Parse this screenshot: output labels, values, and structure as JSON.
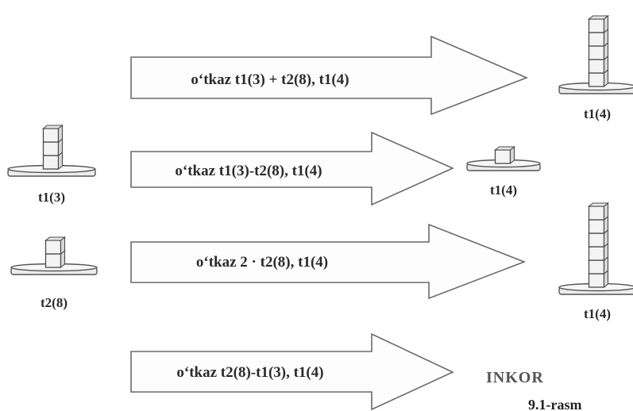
{
  "arrows": [
    {
      "text": "o‘tkaz t1(3) + t2(8), t1(4)"
    },
    {
      "text": "o‘tkaz t1(3)-t2(8), t1(4)"
    },
    {
      "text": "o‘tkaz 2 · t2(8), t1(4)"
    },
    {
      "text": "o‘tkaz t2(8)-t1(3), t1(4)"
    }
  ],
  "inputs": [
    {
      "label": "t1(3)",
      "blocks": 3
    },
    {
      "label": "t2(8)",
      "blocks": 2
    }
  ],
  "outputs": [
    {
      "label": "t1(4)",
      "blocks": 5
    },
    {
      "label": "t1(4)",
      "blocks": 1
    },
    {
      "label": "t1(4)",
      "blocks": 6
    }
  ],
  "inkor_label": "INKOR",
  "figure_caption": "9.1-rasm"
}
